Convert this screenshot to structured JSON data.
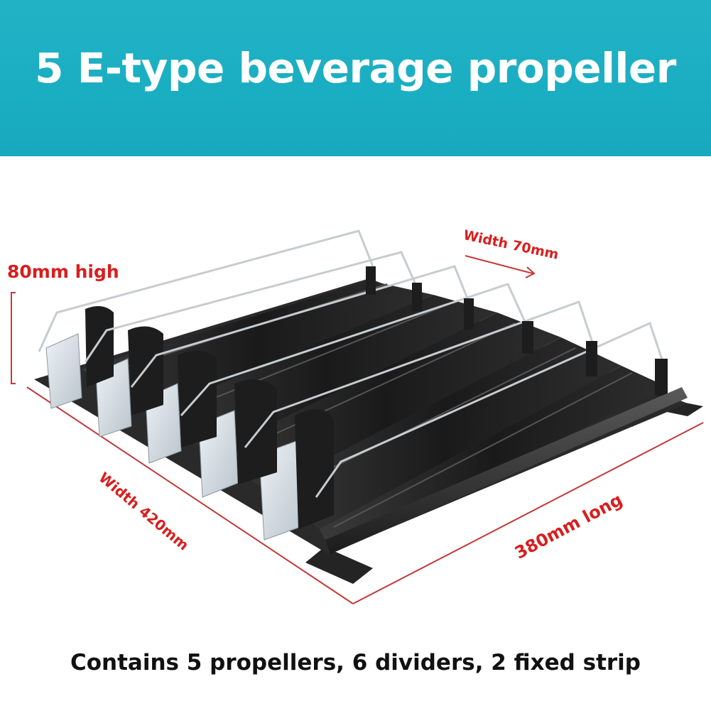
{
  "banner": {
    "title": "5 E-type beverage propeller",
    "background_color": "#1aaec2",
    "text_color": "#ffffff"
  },
  "product_image": {
    "subject": "black plastic drink shelf pusher tray with chrome wire dividers",
    "propeller_count": 5,
    "divider_count": 6,
    "fixed_strip_count": 2
  },
  "dimensions": {
    "height_label": "80mm high",
    "lane_width_label": "Width 70mm",
    "total_width_label": "Width 420mm",
    "length_label": "380mm long",
    "annotation_color": "#d81e1e"
  },
  "caption": {
    "text": "Contains 5 propellers, 6 dividers, 2 fixed strip"
  }
}
